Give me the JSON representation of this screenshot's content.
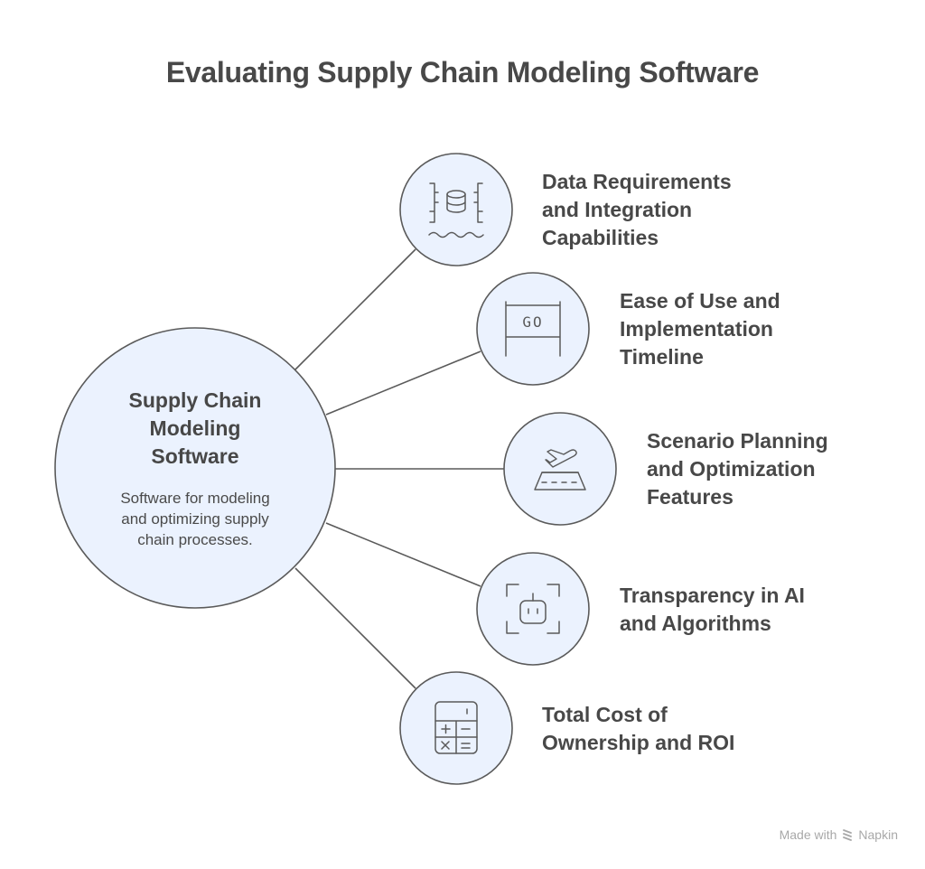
{
  "title": "Evaluating Supply Chain Modeling Software",
  "colors": {
    "node_fill": "#ebf2fe",
    "stroke": "#5a5a5a",
    "text": "#484848",
    "footer": "#a8a8a8"
  },
  "center": {
    "title": "Supply Chain Modeling Software",
    "title_lines": [
      "Supply Chain",
      "Modeling",
      "Software"
    ],
    "description": "Software for modeling and optimizing supply chain processes.",
    "description_lines": [
      "Software for modeling",
      "and optimizing supply",
      "chain processes."
    ]
  },
  "nodes": [
    {
      "icon": "database-icon",
      "label": "Data Requirements and Integration Capabilities",
      "label_lines": [
        "Data Requirements",
        "and Integration",
        "Capabilities"
      ]
    },
    {
      "icon": "go-gate-icon",
      "label": "Ease of Use and Implementation Timeline",
      "label_lines": [
        "Ease of Use and",
        "Implementation",
        "Timeline"
      ]
    },
    {
      "icon": "airplane-takeoff-icon",
      "label": "Scenario Planning and Optimization Features",
      "label_lines": [
        "Scenario Planning",
        "and Optimization",
        "Features"
      ]
    },
    {
      "icon": "robot-focus-icon",
      "label": "Transparency in AI and Algorithms",
      "label_lines": [
        "Transparency in AI",
        "and Algorithms"
      ]
    },
    {
      "icon": "calculator-icon",
      "label": "Total Cost of Ownership and ROI",
      "label_lines": [
        "Total Cost of",
        "Ownership and ROI"
      ]
    }
  ],
  "footer": {
    "made_with": "Made with",
    "brand": "Napkin"
  }
}
